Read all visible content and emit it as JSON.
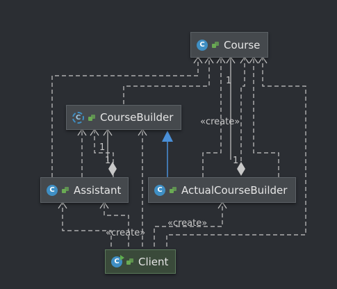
{
  "nodes": {
    "course": {
      "name": "Course",
      "icon": "class-icon"
    },
    "course_builder": {
      "name": "CourseBuilder",
      "icon": "abstract-class-icon"
    },
    "assistant": {
      "name": "Assistant",
      "icon": "class-icon"
    },
    "actual_course_builder": {
      "name": "ActualCourseBuilder",
      "icon": "class-icon"
    },
    "client": {
      "name": "Client",
      "icon": "main-class-icon"
    }
  },
  "edge_labels": {
    "create_course": "«create»",
    "create_assistant": "«create»",
    "create_actual": "«create»"
  },
  "multiplicities": {
    "assistant_builder_top": "1",
    "assistant_builder_bottom": "1",
    "actual_course_top": "1",
    "actual_course_bottom": "1"
  },
  "colors": {
    "background": "#2b2e33",
    "node_fill": "#45494d",
    "edge": "#c8c8c8",
    "inheritance": "#4a90d9"
  }
}
